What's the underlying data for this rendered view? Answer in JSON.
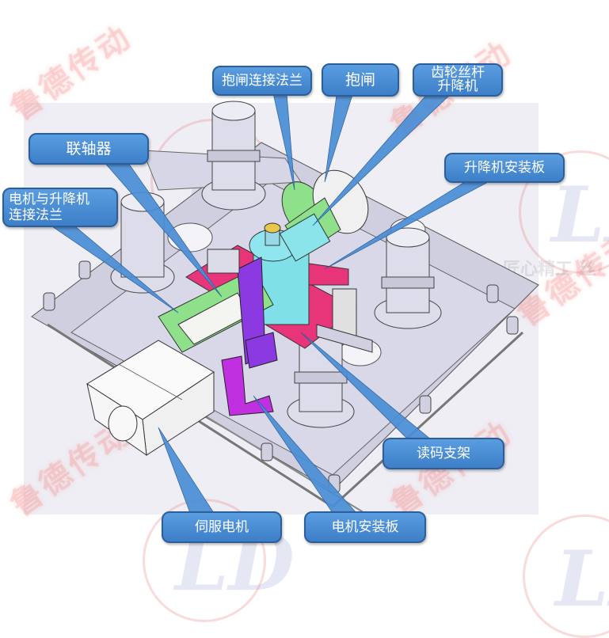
{
  "watermark": {
    "brand_text": "鲁德传动",
    "logo_letter": "LD",
    "slogan": "匠心精工 丝"
  },
  "colors": {
    "callout_fill": "#4a8ed6",
    "callout_border": "#2c5f9a",
    "base_plate": "#c9c9dc",
    "gearbox": "#7fe0e8",
    "flange_green": "#8ee08a",
    "mount_magenta": "#e8357a",
    "bracket_purple": "#8a3ae0",
    "motor_bracket": "#c030e0"
  },
  "callouts": [
    {
      "id": "brake-flange",
      "label": "抱闸连接法兰"
    },
    {
      "id": "brake",
      "label": "抱闸"
    },
    {
      "id": "worm-lifter",
      "label": "齿轮丝杆\n升降机",
      "line1": "齿轮丝杆",
      "line2": "升降机"
    },
    {
      "id": "coupling",
      "label": "联轴器"
    },
    {
      "id": "motor-lifter-flange",
      "label": "电机与升降机\n连接法兰",
      "line1": "电机与升降机",
      "line2": "连接法兰"
    },
    {
      "id": "lifter-mount-plate",
      "label": "升降机安装板"
    },
    {
      "id": "encoder-bracket",
      "label": "读码支架"
    },
    {
      "id": "servo-motor",
      "label": "伺服电机"
    },
    {
      "id": "motor-mount-plate",
      "label": "电机安装板"
    }
  ]
}
